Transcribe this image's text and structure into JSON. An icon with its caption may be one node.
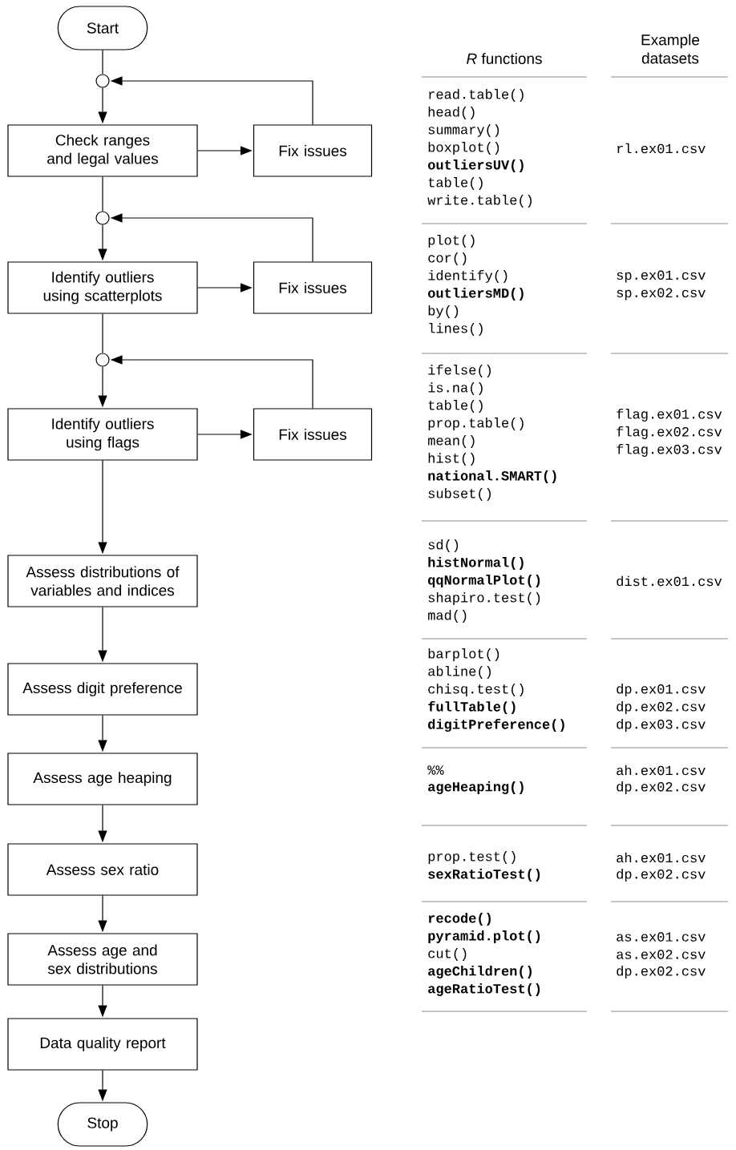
{
  "diagram": {
    "nodes": [
      {
        "text": [
          "Start"
        ]
      },
      {
        "text": [],
        "shape": "circle"
      },
      {
        "text": [
          "Check ranges and legal values"
        ]
      },
      {
        "text": [
          "Fix issues"
        ]
      },
      {
        "text": [],
        "shape": "circle"
      },
      {
        "text": [
          "Identify outliers using scatterplots"
        ]
      },
      {
        "text": [
          "Fix issues"
        ]
      },
      {
        "text": [],
        "shape": "circle"
      },
      {
        "text": [
          "Identify outliers using flags"
        ]
      },
      {
        "text": [
          "Fix issues"
        ]
      },
      {
        "text": [
          "Assess distributions of variables and indices"
        ]
      },
      {
        "text": [
          "Assess digit preference"
        ]
      },
      {
        "text": [
          "Assess age heaping"
        ]
      },
      {
        "text": [
          "Assess sex ratio"
        ]
      },
      {
        "text": [
          "Assess age and sex distributions"
        ]
      },
      {
        "text": [
          "Data quality report"
        ]
      },
      {
        "text": [
          "Stop"
        ]
      }
    ],
    "edges": [
      {
        "from": 0,
        "to": 1,
        "arrow": "none"
      },
      {
        "from": 1,
        "to": 2,
        "arrow": "to"
      },
      {
        "from": 2,
        "to": 3,
        "arrow": "to"
      },
      {
        "from": 3,
        "to": 1,
        "arrow": "to"
      },
      {
        "from": 2,
        "to": 4,
        "arrow": "none"
      },
      {
        "from": 4,
        "to": 5,
        "arrow": "to"
      },
      {
        "from": 5,
        "to": 6,
        "arrow": "to"
      },
      {
        "from": 6,
        "to": 4,
        "arrow": "to"
      },
      {
        "from": 5,
        "to": 7,
        "arrow": "none"
      },
      {
        "from": 7,
        "to": 8,
        "arrow": "to"
      },
      {
        "from": 8,
        "to": 9,
        "arrow": "to"
      },
      {
        "from": 9,
        "to": 7,
        "arrow": "to"
      },
      {
        "from": 8,
        "to": 10,
        "arrow": "to"
      },
      {
        "from": 10,
        "to": 11,
        "arrow": "to"
      },
      {
        "from": 11,
        "to": 12,
        "arrow": "to"
      },
      {
        "from": 12,
        "to": 13,
        "arrow": "to"
      },
      {
        "from": 13,
        "to": 14,
        "arrow": "to"
      },
      {
        "from": 14,
        "to": 15,
        "arrow": "to"
      },
      {
        "from": 15,
        "to": 16,
        "arrow": "to"
      }
    ],
    "labels": [
      "*R* functions",
      "Example datasets",
      "read.table()",
      "head()",
      "summary()",
      "boxplot()",
      "**outliersUV()**",
      "table()",
      "write.table()",
      "rl.ex01.csv",
      "plot()",
      "cor()",
      "identify()",
      "**outliersMD()**",
      "by()",
      "lines()",
      "sp.ex01.csv",
      "sp.ex02.csv",
      "ifelse()",
      "is.na()",
      "table()",
      "prop.table()",
      "mean()",
      "hist()",
      "**national.SMART()**",
      "subset()",
      "flag.ex01.csv",
      "flag.ex02.csv",
      "flag.ex03.csv",
      "sd()",
      "**histNormal()**",
      "**qqNormalPlot()**",
      "shapiro.test()",
      "mad()",
      "dist.ex01.csv",
      "barplot()",
      "abline()",
      "chisq.test()",
      "**fullTable()**",
      "**digitPreference()**",
      "dp.ex01.csv",
      "dp.ex02.csv",
      "dp.ex03.csv",
      "%%",
      "**ageHeaping()**",
      "ah.ex01.csv",
      "dp.ex02.csv",
      "prop.test()",
      "**sexRatioTest()**",
      "ah.ex01.csv",
      "dp.ex02.csv",
      "**recode()**",
      "**pyramid.plot()**",
      "cut()",
      "**ageChildren()**",
      "**ageRatioTest()**",
      "as.ex01.csv",
      "as.ex02.csv",
      "dp.ex02.csv"
    ]
  }
}
